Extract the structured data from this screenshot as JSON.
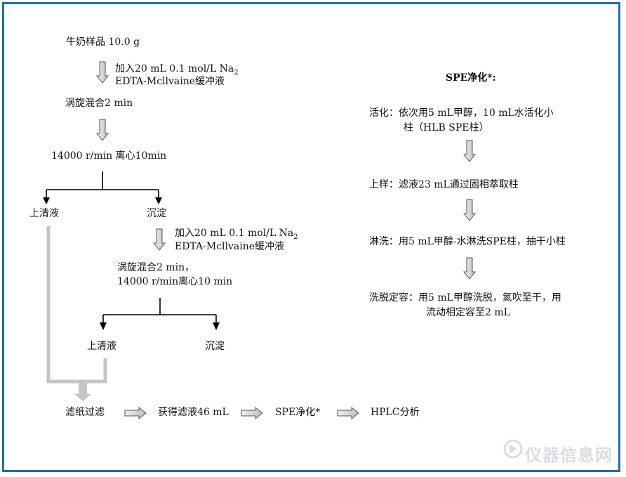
{
  "left_flow": {
    "sample": "牛奶样品 10.0 g",
    "add1_line1": "加入20 mL 0.1 mol/L Na",
    "add1_sub": "2",
    "add1_line2": "EDTA-Mcllvaine缓冲液",
    "vortex1": "涡旋混合2 min",
    "centrifuge1": "14000 r/min 离心10min",
    "supernatant1": "上清液",
    "precipitate1": "沉淀",
    "add2_line1": "加入20 mL 0.1 mol/L Na",
    "add2_sub": "2",
    "add2_line2": "EDTA-Mcllvaine缓冲液",
    "vortex2_line1": "涡旋混合2 min，",
    "vortex2_line2": "14000 r/min离心10 min",
    "supernatant2": "上清液",
    "precipitate2": "沉淀"
  },
  "bottom_flow": {
    "filter": "滤纸过滤",
    "obtain": "获得滤液46 mL",
    "spe": "SPE净化*",
    "hplc": "HPLC分析"
  },
  "spe_panel": {
    "title": "SPE净化*:",
    "activate_line1": "活化：依次用5 mL甲醇，10 mL水活化小",
    "activate_line2": "柱（HLB  SPE柱）",
    "load": "上样：滤液23 mL通过固相萃取柱",
    "wash": "淋洗：用5 mL甲醇-水淋洗SPE柱，抽干小柱",
    "elute_line1": "洗脱定容：用5 mL甲醇洗脱，氮吹至干，用",
    "elute_line2": "流动相定容至2 mL"
  },
  "watermark": "仪器信息网",
  "colors": {
    "frame": "#1f6fae",
    "gray_line": "#c4c4c4",
    "arrow_fill": "#d9d9d9",
    "arrow_stroke": "#555555"
  }
}
